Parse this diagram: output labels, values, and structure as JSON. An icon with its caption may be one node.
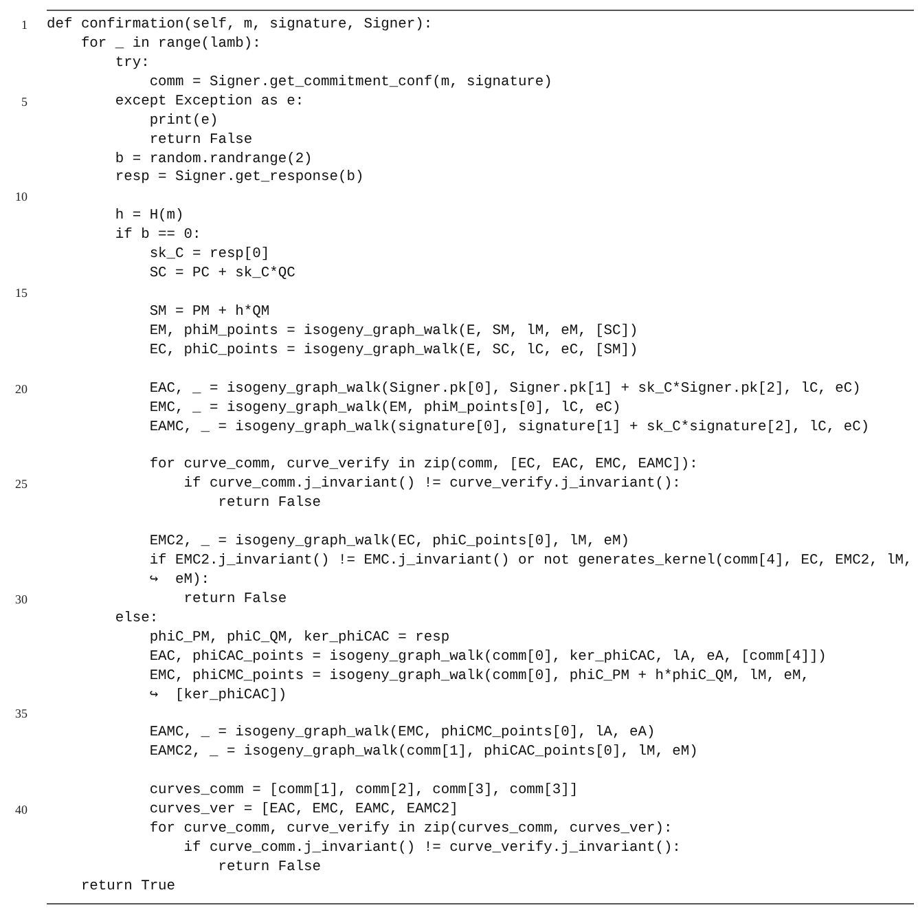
{
  "diagram": {
    "labels": [
      "1",
      "def confirmation(self, m, signature, Signer):",
      "    for _ in range(lamb):",
      "        try:",
      "            comm = Signer.get_commitment_conf(m, signature)",
      "5",
      "        except Exception as e:",
      "            print(e)",
      "            return False",
      "        b = random.randrange(2)",
      "        resp = Signer.get_response(b)",
      "10",
      "        h = H(m)",
      "        if b == 0:",
      "            sk_C = resp[0]",
      "            SC = PC + sk_C*QC",
      "15",
      "            SM = PM + h*QM",
      "            EM, phiM_points = isogeny_graph_walk(E, SM, lM, eM, [SC])",
      "            EC, phiC_points = isogeny_graph_walk(E, SC, lC, eC, [SM])",
      "20",
      "            EAC, _ = isogeny_graph_walk(Signer.pk[0], Signer.pk[1] + sk_C*Signer.pk[2], lC, eC)",
      "            EMC, _ = isogeny_graph_walk(EM, phiM_points[0], lC, eC)",
      "            EAMC, _ = isogeny_graph_walk(signature[0], signature[1] + sk_C*signature[2], lC, eC)",
      "            for curve_comm, curve_verify in zip(comm, [EC, EAC, EMC, EAMC]):",
      "25",
      "                if curve_comm.j_invariant() != curve_verify.j_invariant():",
      "                    return False",
      "            EMC2, _ = isogeny_graph_walk(EC, phiC_points[0], lM, eM)",
      "            if EMC2.j_invariant() != EMC.j_invariant() or not generates_kernel(comm[4], EC, EMC2, lM,",
      "            ↪  eM):",
      "30",
      "                return False",
      "        else:",
      "            phiC_PM, phiC_QM, ker_phiCAC = resp",
      "            EAC, phiCAC_points = isogeny_graph_walk(comm[0], ker_phiCAC, lA, eA, [comm[4]])",
      "            EMC, phiCMC_points = isogeny_graph_walk(comm[0], phiC_PM + h*phiC_QM, lM, eM,",
      "            ↪  [ker_phiCAC])",
      "35",
      "            EAMC, _ = isogeny_graph_walk(EMC, phiCMC_points[0], lA, eA)",
      "            EAMC2, _ = isogeny_graph_walk(comm[1], phiCAC_points[0], lM, eM)",
      "            curves_comm = [comm[1], comm[2], comm[3], comm[3]]",
      "40",
      "            curves_ver = [EAC, EMC, EAMC, EAMC2]",
      "            for curve_comm, curve_verify in zip(curves_comm, curves_ver):",
      "                if curve_comm.j_invariant() != curve_verify.j_invariant():",
      "                    return False",
      "    return True"
    ]
  }
}
